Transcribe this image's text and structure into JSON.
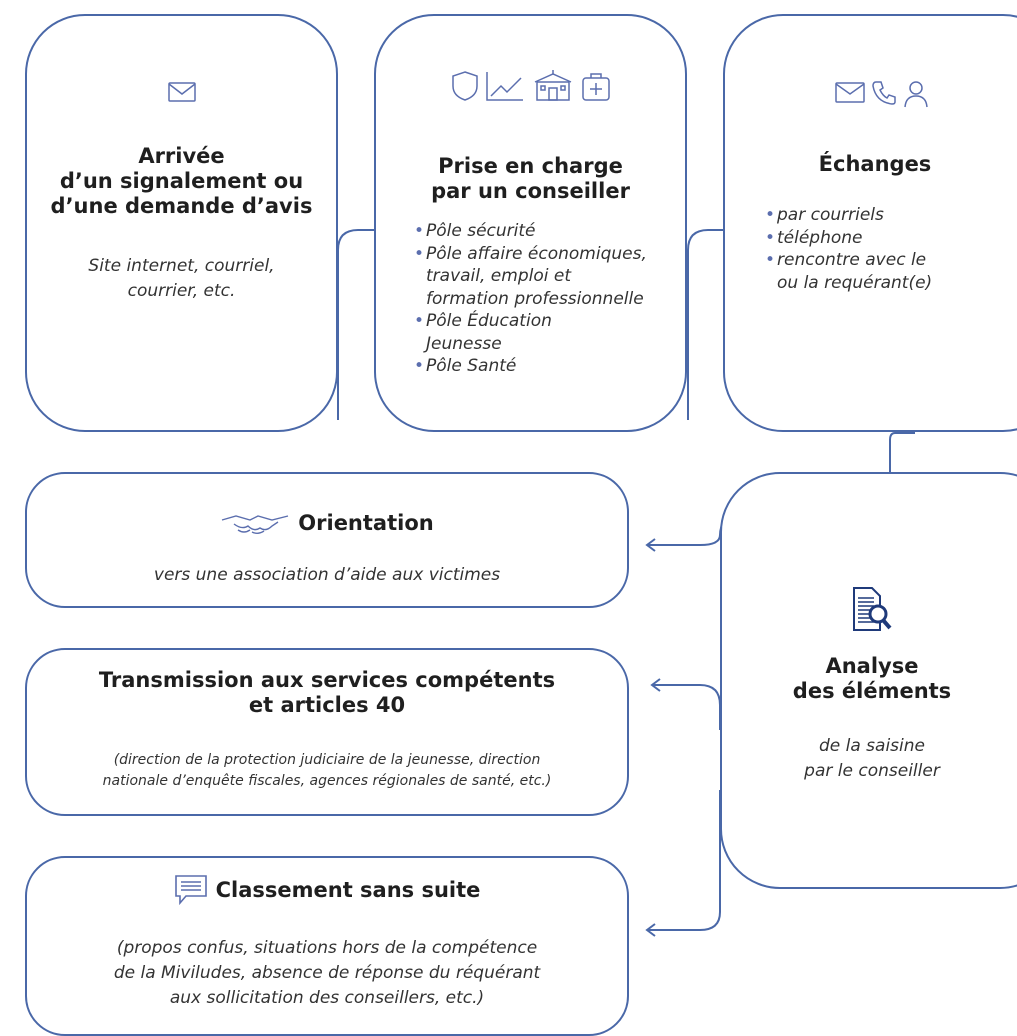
{
  "colors": {
    "stroke": "#4a68a8",
    "icon": "#5b6eae"
  },
  "card1": {
    "icons": [
      "envelope-icon"
    ],
    "title_lines": [
      "Arrivée",
      "d’un signalement ou",
      "d’une demande d’avis"
    ],
    "subtitle_lines": [
      "Site internet, courriel,",
      "courrier, etc."
    ]
  },
  "card2": {
    "icons": [
      "shield-icon",
      "chart-line-icon",
      "school-icon",
      "medical-kit-icon"
    ],
    "title_lines": [
      "Prise en charge",
      "par un conseiller"
    ],
    "items": [
      [
        "Pôle sécurité"
      ],
      [
        "Pôle affaire économiques,",
        "travail, emploi et",
        "formation professionnelle"
      ],
      [
        "Pôle Éducation",
        "Jeunesse"
      ],
      [
        "Pôle Santé"
      ]
    ]
  },
  "card3": {
    "icons": [
      "envelope-icon",
      "phone-icon",
      "user-icon"
    ],
    "title": "Échanges",
    "items": [
      [
        "par courriels"
      ],
      [
        "téléphone"
      ],
      [
        "rencontre avec le",
        "ou la requérant(e)"
      ]
    ]
  },
  "analyse": {
    "icon": "document-search-icon",
    "title_lines": [
      "Analyse",
      "des éléments"
    ],
    "subtitle_lines": [
      "de la saisine",
      "par le conseiller"
    ]
  },
  "orientation": {
    "icon": "handshake-icon",
    "title": "Orientation",
    "subtitle": "vers une association d’aide aux victimes"
  },
  "transmission": {
    "title_lines": [
      "Transmission aux services compétents",
      "et articles 40"
    ],
    "subtitle_lines": [
      "(direction de la protection judiciaire de la jeunesse, direction",
      "nationale d’enquête fiscales, agences régionales de santé, etc.)"
    ]
  },
  "classement": {
    "icon": "message-icon",
    "title": "Classement sans suite",
    "subtitle_lines": [
      "(propos confus, situations hors de la compétence",
      "de la Miviludes, absence de réponse du réquérant",
      "aux sollicitation des conseillers, etc.)"
    ]
  }
}
